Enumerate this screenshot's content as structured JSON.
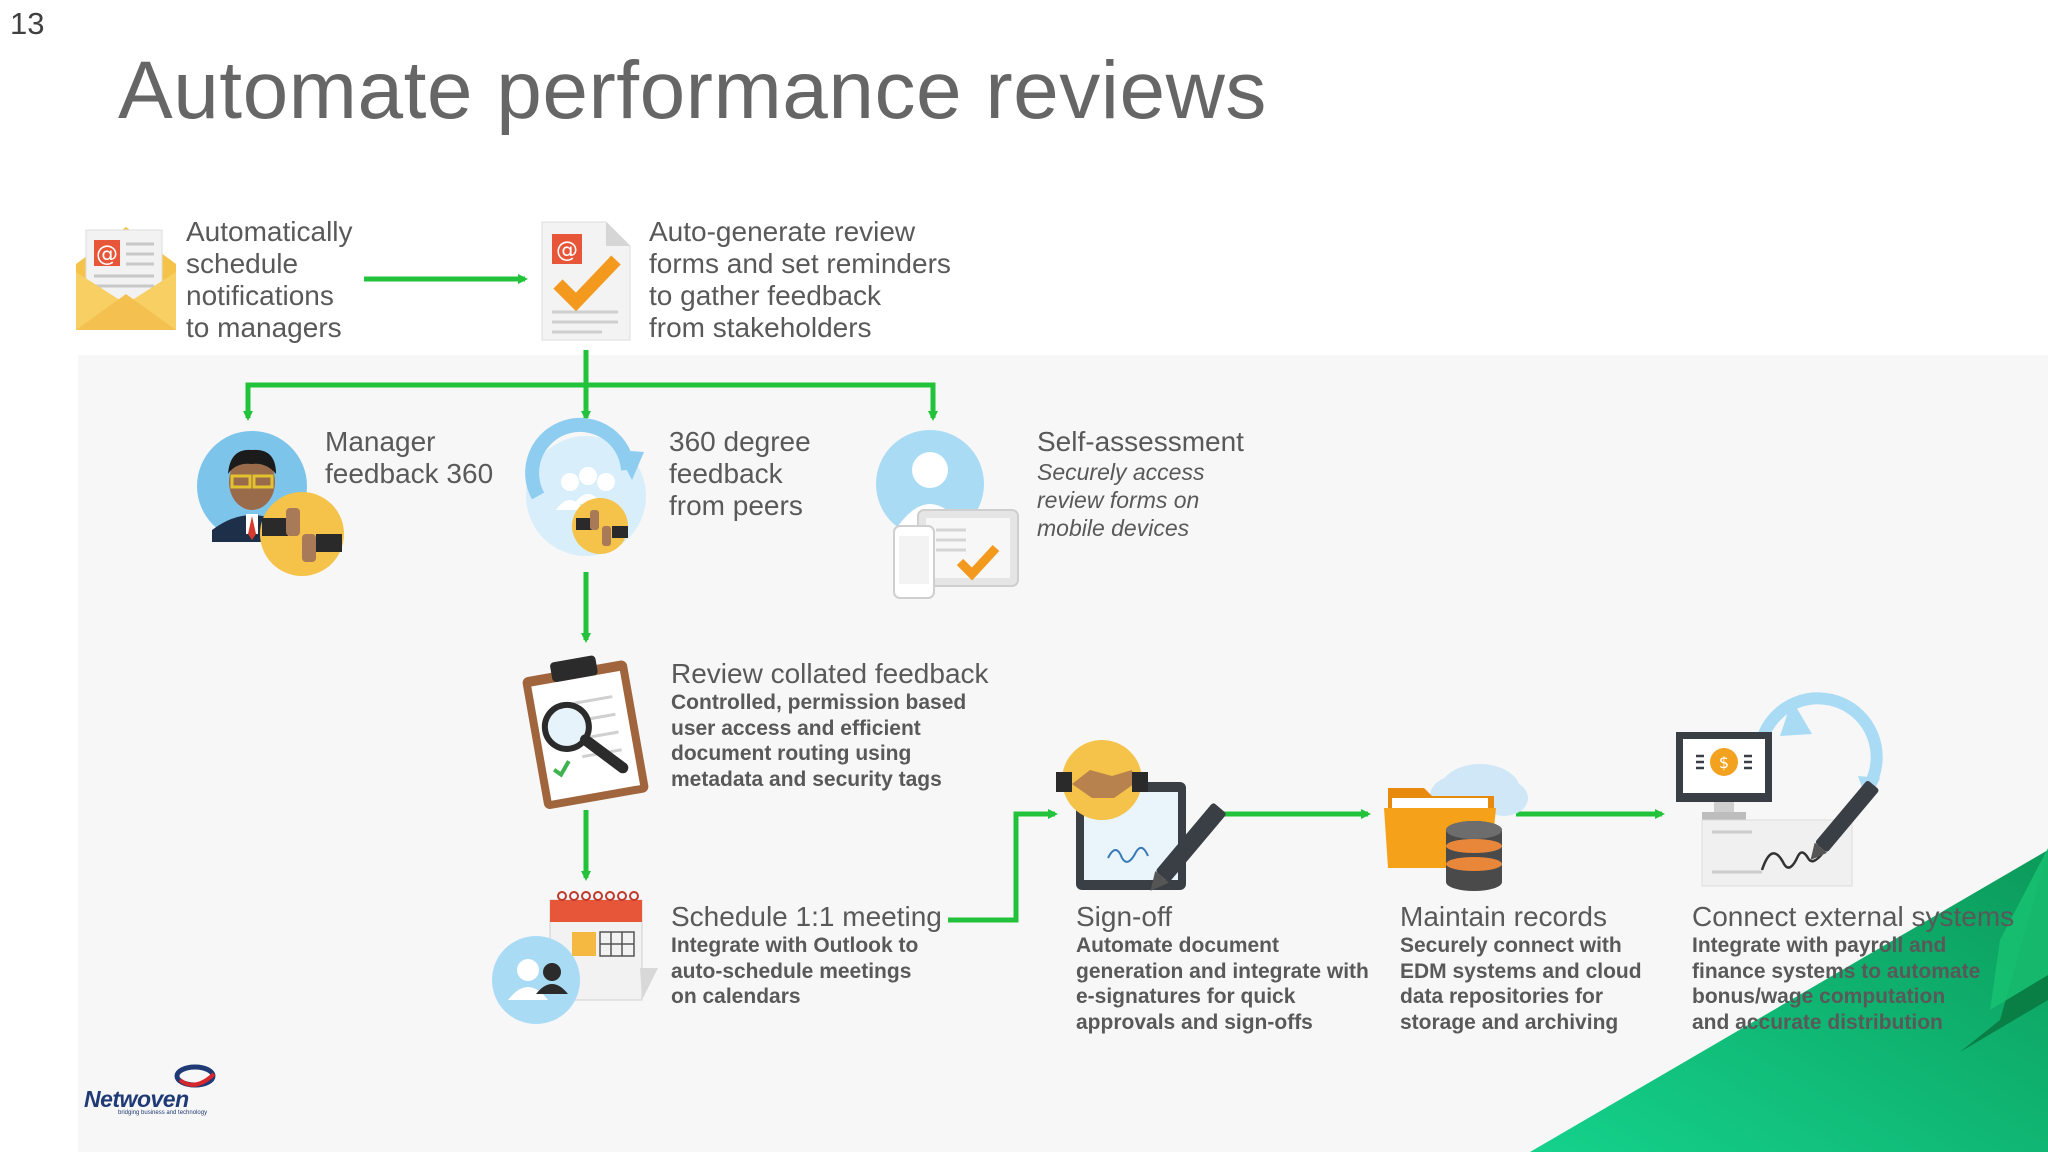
{
  "slide_number": "13",
  "title": "Automate performance reviews",
  "steps": {
    "schedule_notifications": {
      "lines": [
        "Automatically",
        "schedule",
        "notifications",
        "to managers"
      ]
    },
    "auto_generate": {
      "lines": [
        "Auto-generate review",
        "forms and set reminders",
        "to gather feedback",
        "from stakeholders"
      ]
    },
    "manager_feedback": {
      "lines": [
        "Manager",
        "feedback 360"
      ]
    },
    "peer_feedback": {
      "lines": [
        "360 degree",
        "feedback",
        "from peers"
      ]
    },
    "self_assessment": {
      "heading": "Self-assessment",
      "lines": [
        "Securely access",
        "review forms on",
        "mobile devices"
      ]
    },
    "review_collated": {
      "heading": "Review collated feedback",
      "lines": [
        "Controlled, permission based",
        "user access and efficient",
        "document routing using",
        "metadata and security tags"
      ]
    },
    "schedule_meeting": {
      "heading": "Schedule 1:1 meeting",
      "lines": [
        "Integrate with Outlook to",
        "auto-schedule meetings",
        "on calendars"
      ]
    },
    "sign_off": {
      "heading": "Sign-off",
      "lines": [
        "Automate document",
        "generation and integrate with",
        "e-signatures for quick",
        "approvals and sign-offs"
      ]
    },
    "maintain_records": {
      "heading": "Maintain records",
      "lines": [
        "Securely connect with",
        "EDM systems and cloud",
        "data repositories for",
        "storage and archiving"
      ]
    },
    "connect_systems": {
      "heading": "Connect external systems",
      "lines": [
        "Integrate with payroll and",
        "finance systems to automate",
        "bonus/wage computation",
        "and accurate distribution"
      ]
    }
  },
  "logo": {
    "name": "Netwoven",
    "tagline": "bridging business and technology"
  },
  "colors": {
    "arrow": "#22c33a",
    "title": "#666666",
    "accent_green": "#1fc77e",
    "dark_green": "#0a8f55"
  },
  "icons": [
    "envelope-icon",
    "form-check-icon",
    "manager-icon",
    "peer-feedback-icon",
    "mobile-devices-icon",
    "clipboard-magnifier-icon",
    "calendar-meeting-icon",
    "handshake-tablet-icon",
    "folder-database-icon",
    "monitor-payment-icon"
  ]
}
